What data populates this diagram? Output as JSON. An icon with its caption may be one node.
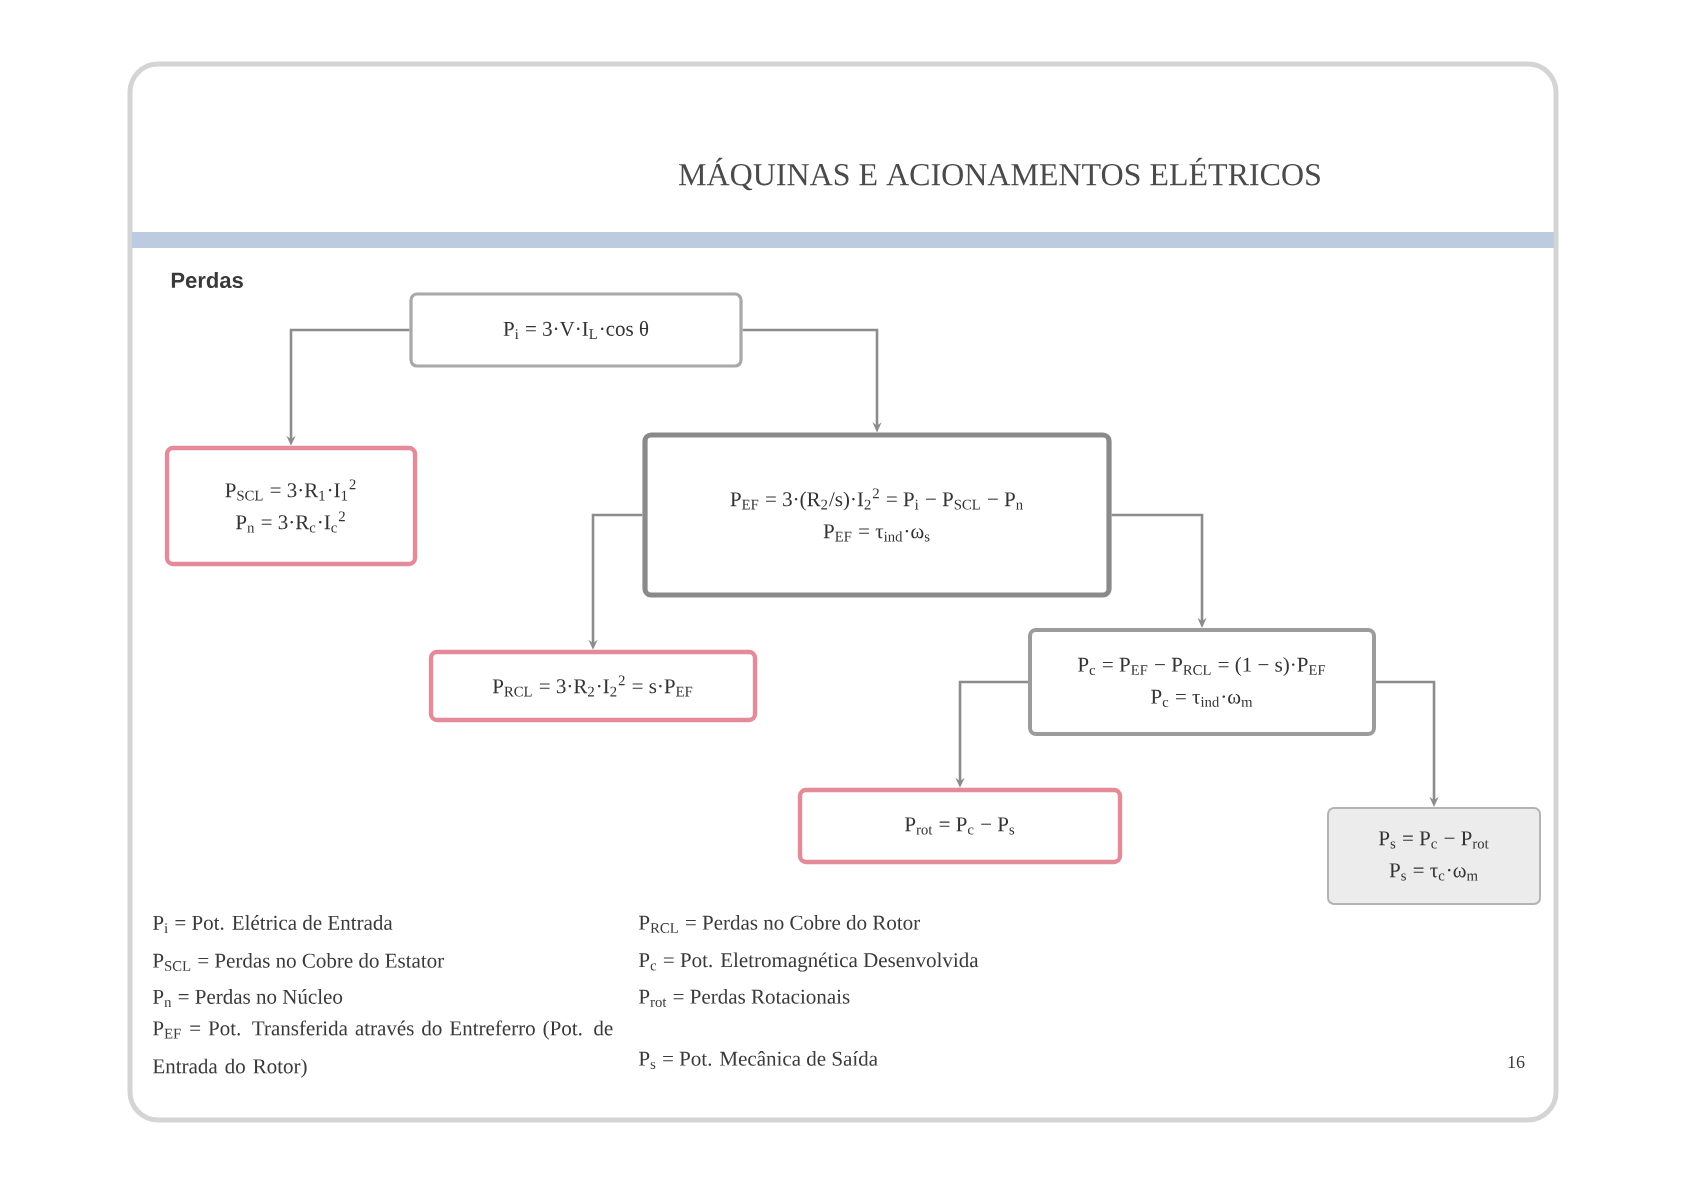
{
  "diagram": {
    "title": "MÁQUINAS E ACIONAMENTOS ELÉTRICOS",
    "nodes": [
      {
        "text": [
          "P$_{i}$ = 3·V·I$_{L}$·cos θ"
        ]
      },
      {
        "text": [
          "P$_{SCL}$ = 3·R$_{1}$·I$_{1}$$^{2}$",
          "P$_{n}$ = 3·R$_{c}$·I$_{c}$$^{2}$"
        ]
      },
      {
        "text": [
          "P$_{EF}$ = 3·(R$_{2}$/s)·I$_{2}$$^{2}$ = P$_{i}$ − P$_{SCL}$ − P$_{n}$",
          "P$_{EF}$ = τ$_{ind}$·ω$_{s}$"
        ]
      },
      {
        "text": [
          "P$_{RCL}$ = 3·R$_{2}$·I$_{2}$$^{2}$ = s·P$_{EF}$"
        ]
      },
      {
        "text": [
          "P$_{c}$ = P$_{EF}$ − P$_{RCL}$ = (1 − s)·P$_{EF}$",
          "P$_{c}$ = τ$_{ind}$·ω$_{m}$"
        ]
      },
      {
        "text": [
          "P$_{rot}$ = P$_{c}$ − P$_{s}$"
        ]
      },
      {
        "text": [
          "P$_{s}$ = P$_{c}$ − P$_{rot}$",
          "P$_{s}$ = τ$_{c}$·ω$_{m}$"
        ]
      }
    ],
    "edges": [
      {
        "from": 0,
        "to": 1,
        "arrow": "to"
      },
      {
        "from": 0,
        "to": 2,
        "arrow": "to"
      },
      {
        "from": 2,
        "to": 3,
        "arrow": "to"
      },
      {
        "from": 2,
        "to": 4,
        "arrow": "to"
      },
      {
        "from": 4,
        "to": 5,
        "arrow": "to"
      },
      {
        "from": 4,
        "to": 6,
        "arrow": "to"
      }
    ],
    "labels": [
      "Perdas",
      "P$_{i}$ = Pot. Elétrica de Entrada",
      "P$_{RCL}$ = Perdas no Cobre do Rotor",
      "P$_{SCL}$ = Perdas no Cobre do Estator",
      "P$_{c}$ = Pot. Eletromagnética Desenvolvida",
      "P$_{n}$ = Perdas no Núcleo",
      "P$_{rot}$ = Perdas Rotacionais",
      "P$_{EF}$ = Pot. Transferida através do Entreferro (Pot. de Entrada do Rotor)",
      "P$_{s}$ = Pot. Mecânica de Saída",
      "16"
    ]
  }
}
